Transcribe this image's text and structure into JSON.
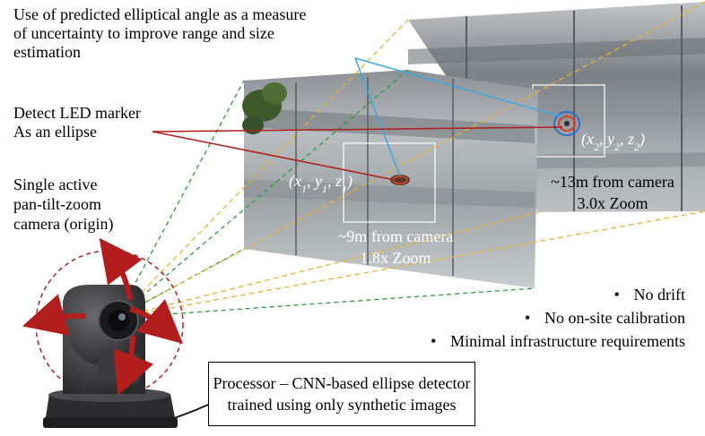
{
  "labels": {
    "uncertainty_line1": "Use of predicted elliptical angle as a measure",
    "uncertainty_line2": "of uncertainty to improve range and size",
    "uncertainty_line3": "estimation",
    "led_line1": "Detect LED marker",
    "led_line2": "As an ellipse",
    "camera_line1": "Single active",
    "camera_line2": "pan-tilt-zoom",
    "camera_line3": "camera (origin)"
  },
  "near_view": {
    "coord_base": [
      "(x",
      ", y",
      ", z",
      ")"
    ],
    "coord_sub": [
      "1",
      "1",
      "1"
    ],
    "distance": "~9m from camera",
    "zoom": "1.8x Zoom"
  },
  "far_view": {
    "coord_base": [
      "(x",
      ", y",
      ", z",
      ")"
    ],
    "coord_sub": [
      "2",
      "2",
      "2"
    ],
    "distance": "~13m from camera",
    "zoom": "3.0x Zoom"
  },
  "bullets": [
    "No drift",
    "No on-site calibration",
    "Minimal infrastructure requirements"
  ],
  "bullet_symbol": "•",
  "processor": {
    "line1": "Processor – CNN-based ellipse detector",
    "line2": "trained using only synthetic images"
  },
  "colors": {
    "frustum_green": "#2a9d3a",
    "frustum_orange": "#e8b23a",
    "pointer_red": "#b01c1c",
    "pointer_blue": "#3aa7e0",
    "arrow_red": "#b21d1d",
    "camera_body": "#3a3a3c"
  }
}
